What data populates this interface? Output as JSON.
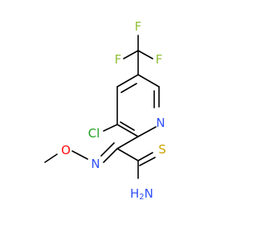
{
  "colors": {
    "bond": "#000000",
    "carbon": "#000000",
    "nitrogen": "#3050F8",
    "oxygen": "#FF0D0D",
    "sulfur": "#C9A400",
    "chlorine": "#1FA01F",
    "fluorine": "#90C038"
  },
  "atoms": {
    "f_top": "F",
    "f_left": "F",
    "f_right": "F",
    "n_ring": "N",
    "cl": "Cl",
    "o_methoxy": "O",
    "n_imine": "N",
    "s_thio": "S",
    "nh2_h": "H",
    "nh2_sub": "2",
    "nh2_n": "N"
  }
}
